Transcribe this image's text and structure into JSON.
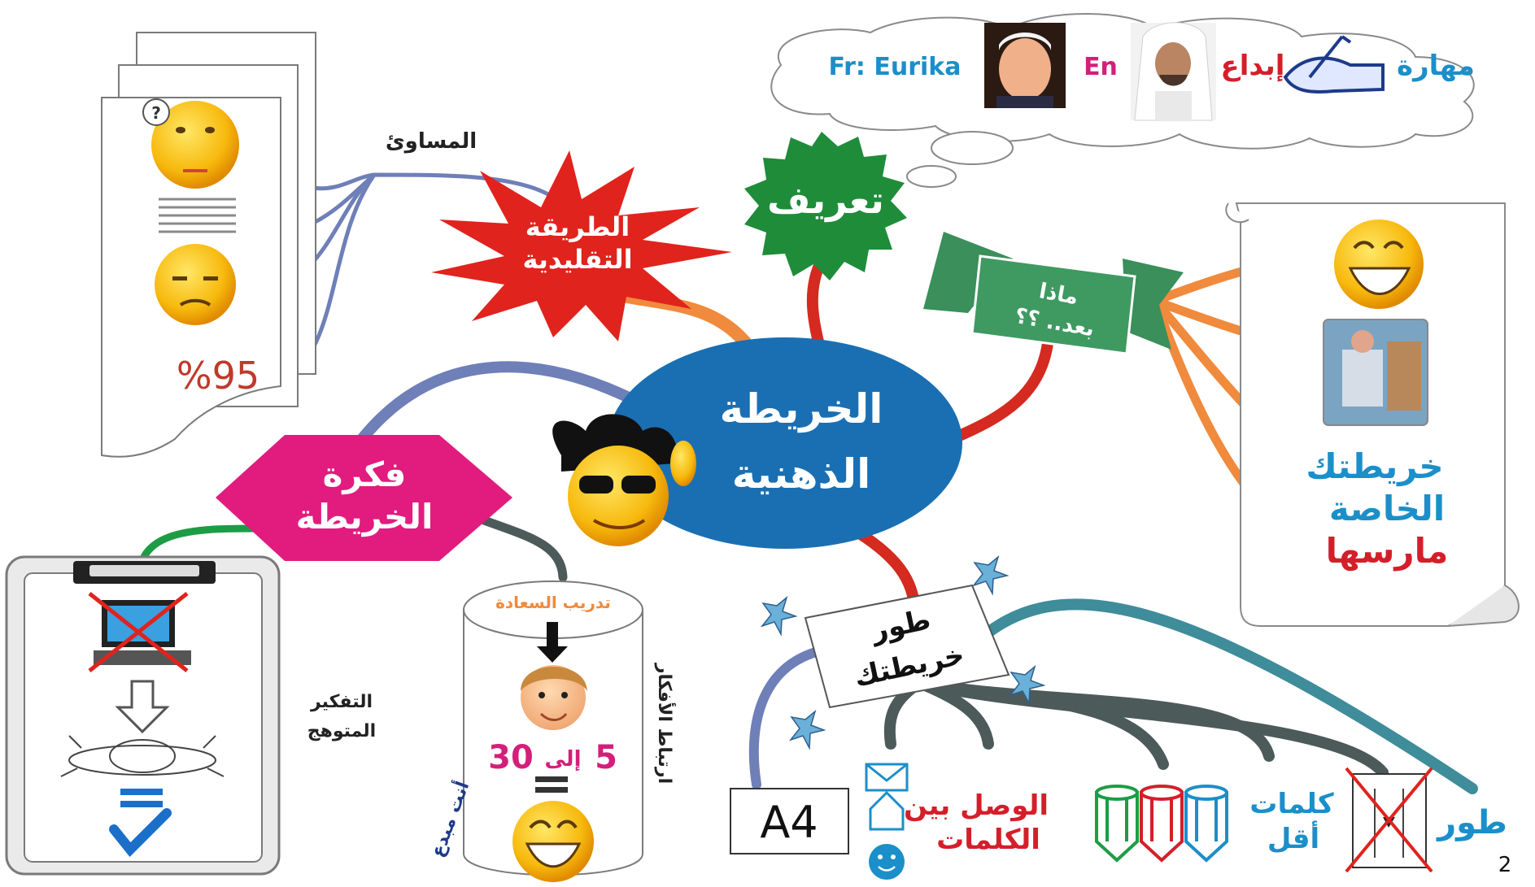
{
  "center": {
    "line1": "الخريطة",
    "line2": "الذهنية"
  },
  "definition": {
    "label": "تعريف",
    "cloud": {
      "fr_label": "Fr: Eurika",
      "en_label": "En",
      "word_ibdaa": "إبداع",
      "word_maharah": "مهارة"
    }
  },
  "traditional": {
    "label_line1": "الطريقة",
    "label_line2": "التقليدية",
    "flaws_label": "المساوئ",
    "percent": "%95"
  },
  "what_next": {
    "line1": "ماذا",
    "line2": "بعد.. ؟؟",
    "scroll_line1": "خريطتك",
    "scroll_line2": "الخاصة",
    "scroll_line3": "مارسها"
  },
  "idea": {
    "line1": "فكرة",
    "line2": "الخريطة",
    "radiant_line1": "التفكير",
    "radiant_line2": "المتوهج",
    "happiness_training": "تدريب السعادة",
    "from": "30",
    "to_word": "إلى",
    "to": "5",
    "links_label": "ارتباط الأفكار",
    "creative_label": "أنت مبدع"
  },
  "develop": {
    "line1": "طور",
    "line2": "خريطتك",
    "paper_label": "A4",
    "linking_line1": "الوصل بين",
    "linking_line2": "الكلمات",
    "fewer_line1": "كلمات",
    "fewer_line2": "أقل",
    "develop_word": "طور"
  },
  "page_number": "2",
  "colors": {
    "center_blue": "#1a6fb3",
    "definition_green": "#1f8c3a",
    "traditional_red": "#e0231d",
    "banner_green": "#3a8f5a",
    "idea_pink": "#e11c7e",
    "branch_red": "#d42a20",
    "branch_orange": "#f08a3c",
    "branch_slate": "#6f7fb8",
    "branch_teal": "#3f8c9a",
    "branch_dark": "#4d5a5a",
    "text_blue": "#1b8fc9",
    "text_red": "#d41f2a"
  }
}
